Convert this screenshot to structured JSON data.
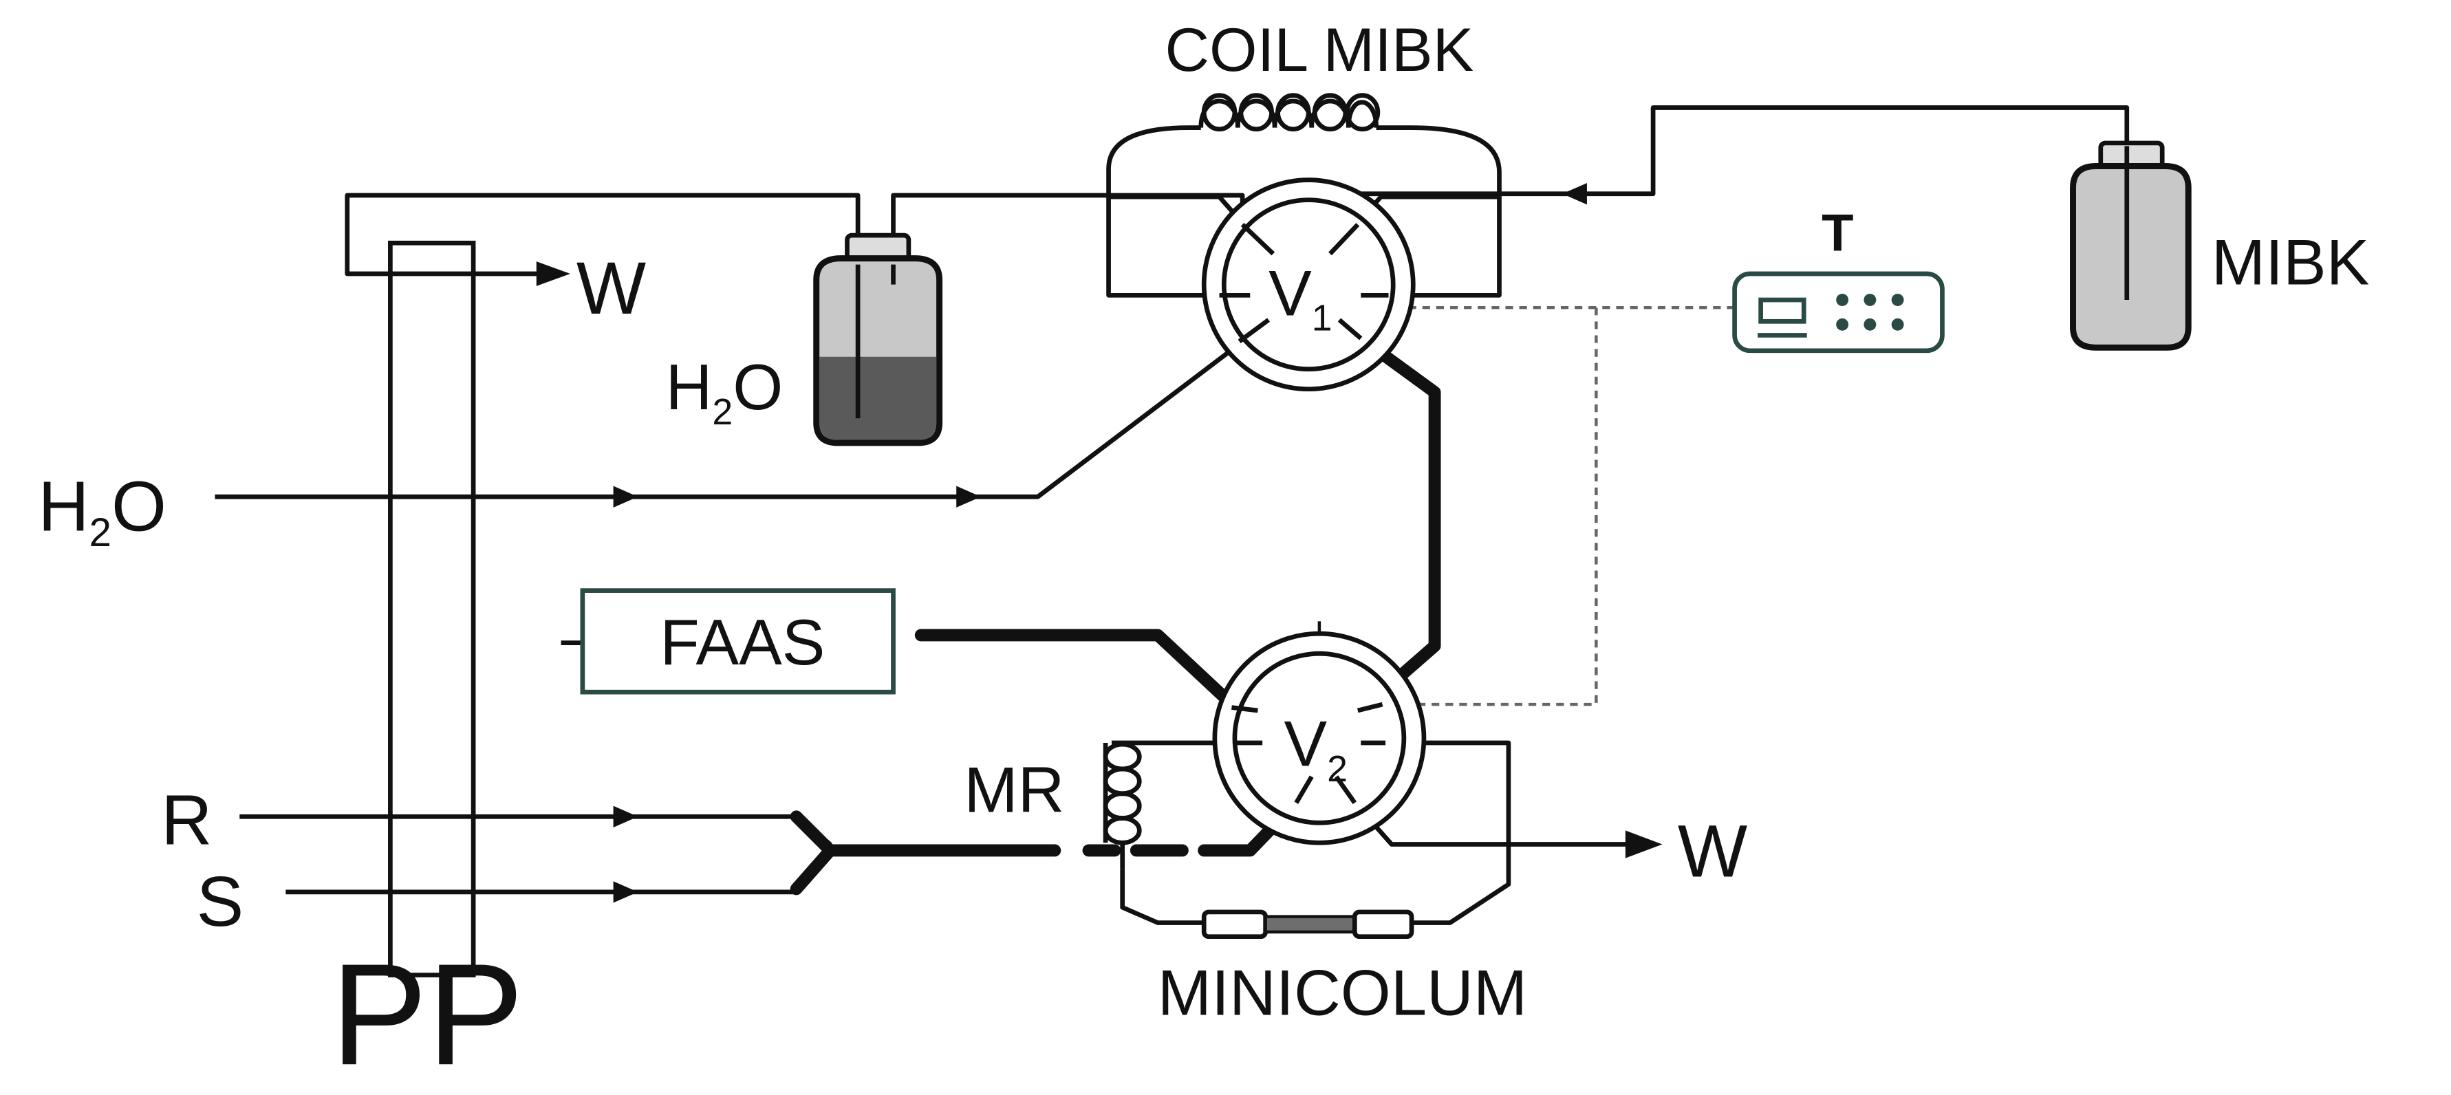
{
  "labels": {
    "coil_mibk": "COIL MIBK",
    "waste_top": "W",
    "waste_right": "W",
    "water_reservoir": {
      "main": "H",
      "sub": "2",
      "tail": "O"
    },
    "water_inlet": {
      "main": "H",
      "sub": "2",
      "tail": "O"
    },
    "valve_1": {
      "main": "V",
      "sub": "1"
    },
    "valve_2": {
      "main": "V",
      "sub": "2"
    },
    "timer": "T",
    "mibk_bottle": "MIBK",
    "faas": "FAAS",
    "mixing_reactor": "MR",
    "reagent": "R",
    "sample": "S",
    "minicolumn": "MINICOLUM",
    "peristaltic_pump": "PP"
  },
  "colors": {
    "line": "#111111",
    "bottle_light": "#c8c8c8",
    "bottle_dark": "#5a5a5a",
    "timer_outline": "#2a4a44"
  }
}
